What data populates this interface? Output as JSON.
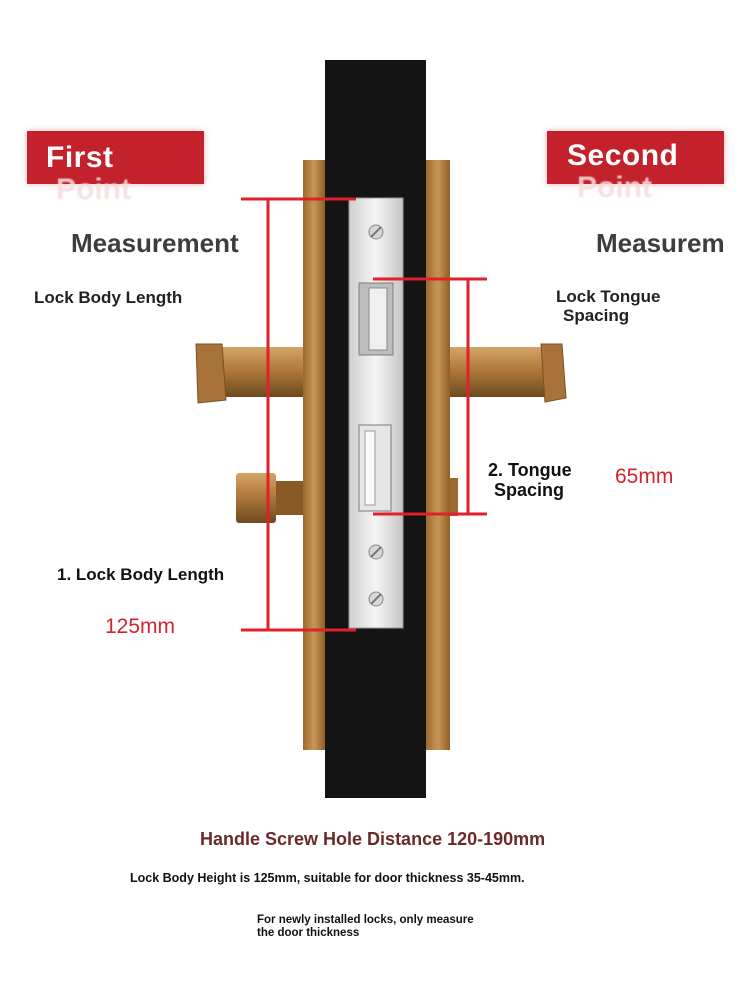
{
  "banners": {
    "first": {
      "line1": "First",
      "line2": "Point"
    },
    "second": {
      "line1": "Second",
      "line2": "Point"
    }
  },
  "headings": {
    "left": "Measurement",
    "right": "Measurem"
  },
  "subheadings": {
    "left": "Lock Body Length",
    "right_line1": "Lock Tongue",
    "right_line2": "Spacing"
  },
  "callouts": {
    "tongue_line1": "2. Tongue",
    "tongue_line2": "Spacing",
    "tongue_value": "65mm",
    "body_label": "1. Lock Body Length",
    "body_value": "125mm"
  },
  "footer": {
    "title": "Handle Screw Hole Distance 120-190mm",
    "note1": "Lock Body Height is 125mm, suitable for door thickness 35-45mm.",
    "note2": "For newly installed locks, only measure the door thickness"
  },
  "colors": {
    "banner": "#c3222c",
    "measure_line": "#e0202a",
    "dimension_text": "#d4242c",
    "door": "#141414",
    "brass": "#b07a3c",
    "faceplate": "#e8e8e8"
  },
  "icons": {
    "handle_left": "lever-handle-icon",
    "handle_right": "lever-handle-icon",
    "thumb_knob": "thumb-turn-icon"
  }
}
